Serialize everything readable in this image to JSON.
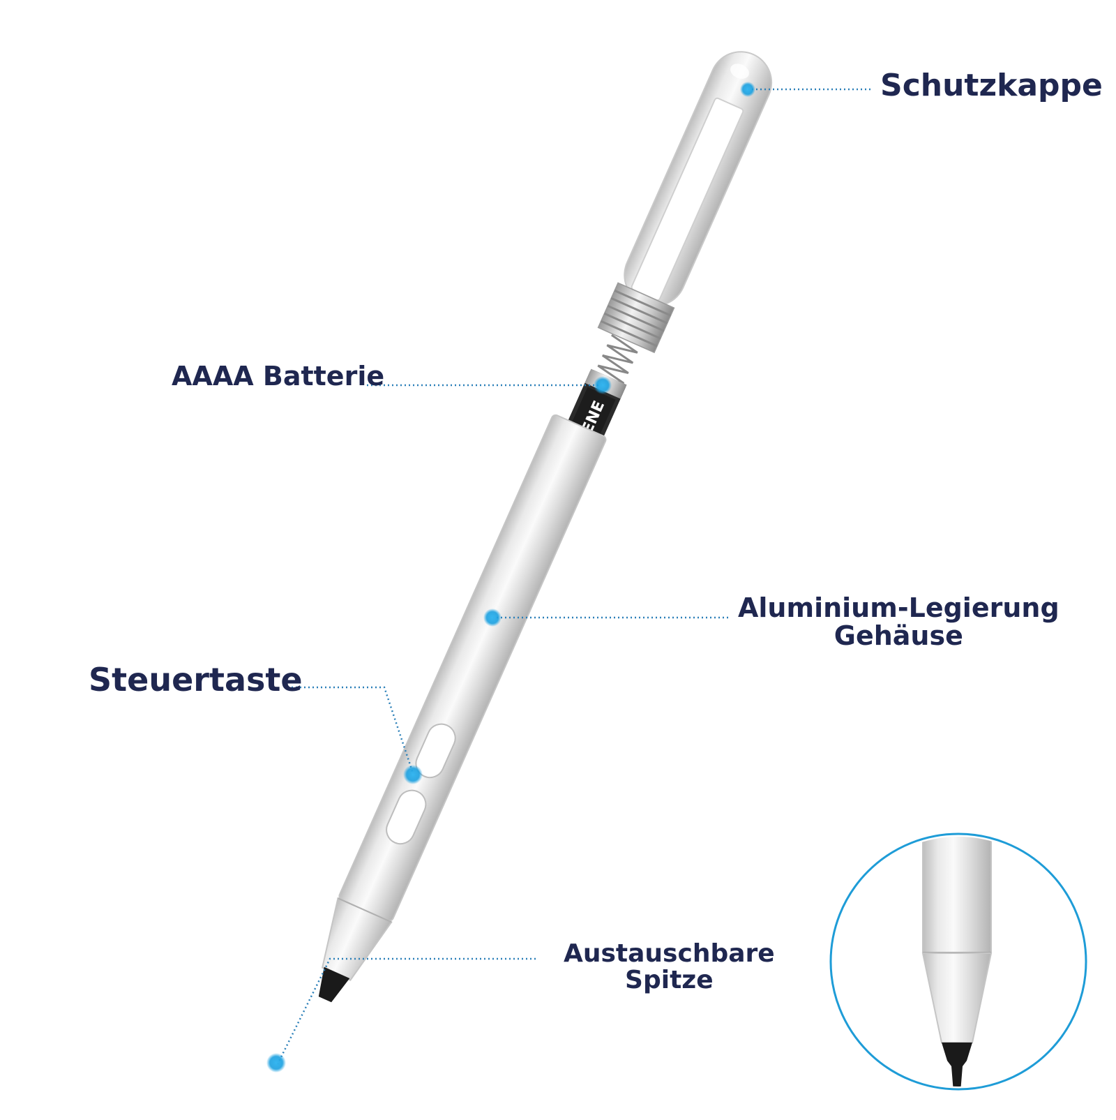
{
  "labels": {
    "cap": "Schutzkappe",
    "battery": "AAAA Batterie",
    "housing_line1": "Aluminium-Legierung",
    "housing_line2": "Gehäuse",
    "button": "Steuertaste",
    "tip_line1": "Austauschbare",
    "tip_line2": "Spitze"
  },
  "battery_brand": "ENE",
  "colors": {
    "label_text": "#1f2750",
    "marker": "#1aa0e0",
    "leader_line": "#2a7fb8",
    "inset_ring": "#1e9cd7",
    "pen_body": "#e6e6e6",
    "pen_shadow": "#c4c4c4",
    "tip_black": "#1a1a1a"
  },
  "icons": {
    "stylus": "stylus-pen-icon",
    "battery": "aaaa-battery-icon",
    "spring": "coil-spring-icon",
    "marker": "blue-dot-marker"
  }
}
